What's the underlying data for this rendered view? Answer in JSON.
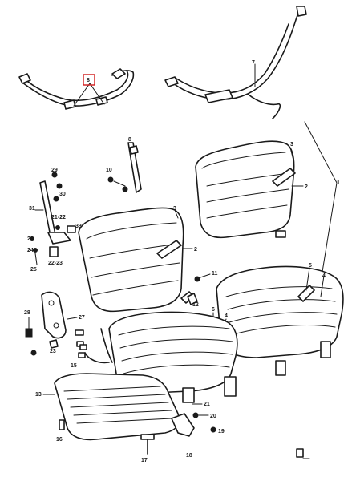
{
  "labels": {
    "highlighted": "8",
    "belt_right": "7",
    "back_right_1": "1",
    "back_right_2": "2",
    "back_right_3": "3",
    "back_left_2": "2",
    "back_left_3": "3",
    "cushion_right_4": "4",
    "cushion_right_5": "5",
    "buckle_6": "6",
    "buckle_4": "4",
    "bracket_8": "8",
    "bolt_10": "10",
    "rail_11": "11",
    "part_12": "12",
    "part_13": "13",
    "part_15": "15",
    "part_16": "16",
    "part_17": "17",
    "part_18": "18",
    "part_19": "19",
    "part_20": "20",
    "part_21": "21",
    "part_21_22": "21-22",
    "part_22_23": "22-23",
    "part_23": "23",
    "part_24": "24",
    "part_25": "25",
    "part_26": "26",
    "part_27": "27",
    "part_28": "28",
    "part_29": "29",
    "part_30": "30",
    "part_31": "31"
  },
  "colors": {
    "line": "#1a1a1a",
    "highlight": "#d11a1a",
    "background": "#ffffff"
  }
}
